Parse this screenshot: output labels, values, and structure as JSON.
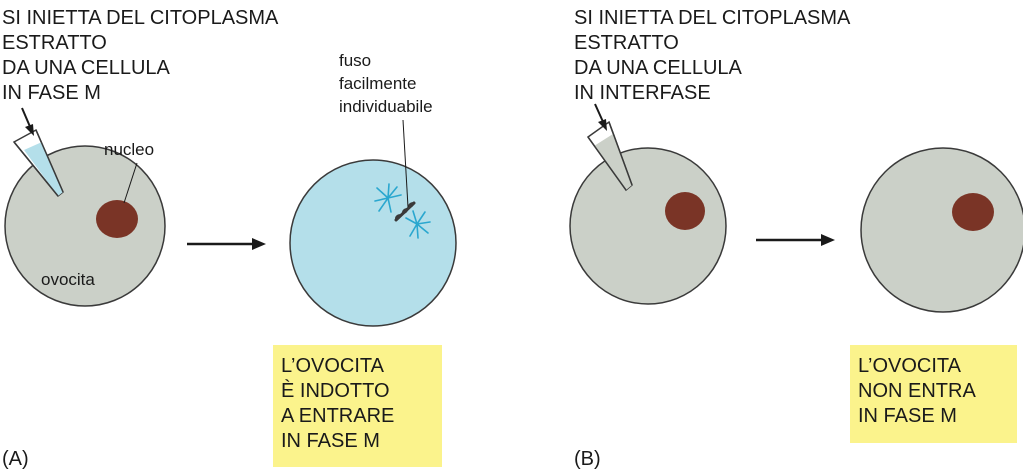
{
  "panel_a": {
    "label": "(A)",
    "title_lines": [
      "SI INIETTA DEL CITOPLASMA",
      "ESTRATTO",
      "DA UNA CELLULA",
      "IN FASE M"
    ],
    "nucleus_label": "nucleo",
    "oocyte_label": "ovocita",
    "spindle_label_lines": [
      "fuso",
      "facilmente",
      "individuabile"
    ],
    "result_lines": [
      "L’OVOCITA",
      "È INDOTTO",
      "A ENTRARE",
      "IN FASE M"
    ]
  },
  "panel_b": {
    "label": "(B)",
    "title_lines": [
      "SI INIETTA DEL CITOPLASMA",
      "ESTRATTO",
      "DA UNA CELLULA",
      "IN INTERFASE"
    ],
    "result_lines": [
      "L’OVOCITA",
      "NON ENTRA",
      "IN FASE M"
    ]
  },
  "colors": {
    "cell_gray": "#cbd0c8",
    "cell_blue": "#b4dfea",
    "nucleus": "#7a3426",
    "spindle_aster": "#2aa7cf",
    "box_yellow": "#fbf38c",
    "outline": "#3a3a3a"
  }
}
